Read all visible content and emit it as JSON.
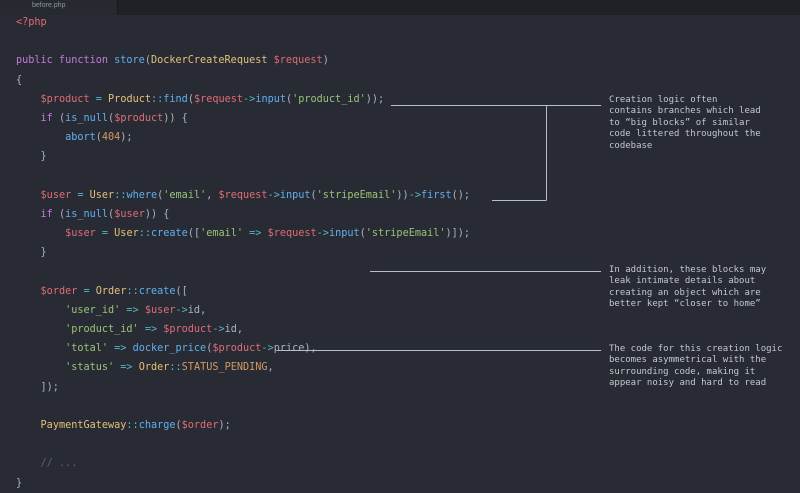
{
  "tab": {
    "label": "before.php"
  },
  "code": [
    [
      [
        "v",
        "<?php"
      ]
    ],
    [],
    [
      [
        "k",
        "public function "
      ],
      [
        "f",
        "store"
      ],
      [
        "p",
        "("
      ],
      [
        "c",
        "DockerCreateRequest "
      ],
      [
        "v",
        "$request"
      ],
      [
        "p",
        ")"
      ]
    ],
    [
      [
        "p",
        "{"
      ]
    ],
    [
      [
        "p",
        "    "
      ],
      [
        "v",
        "$product"
      ],
      [
        "p",
        " "
      ],
      [
        "o",
        "="
      ],
      [
        "p",
        " "
      ],
      [
        "c",
        "Product"
      ],
      [
        "o",
        "::"
      ],
      [
        "f",
        "find"
      ],
      [
        "p",
        "("
      ],
      [
        "v",
        "$request"
      ],
      [
        "o",
        "->"
      ],
      [
        "f",
        "input"
      ],
      [
        "p",
        "("
      ],
      [
        "s",
        "'product_id'"
      ],
      [
        "p",
        "));"
      ]
    ],
    [
      [
        "p",
        "    "
      ],
      [
        "k",
        "if"
      ],
      [
        "p",
        " ("
      ],
      [
        "f",
        "is_null"
      ],
      [
        "p",
        "("
      ],
      [
        "v",
        "$product"
      ],
      [
        "p",
        ")) {"
      ]
    ],
    [
      [
        "p",
        "        "
      ],
      [
        "f",
        "abort"
      ],
      [
        "p",
        "("
      ],
      [
        "n",
        "404"
      ],
      [
        "p",
        ");"
      ]
    ],
    [
      [
        "p",
        "    }"
      ]
    ],
    [],
    [
      [
        "p",
        "    "
      ],
      [
        "v",
        "$user"
      ],
      [
        "p",
        " "
      ],
      [
        "o",
        "="
      ],
      [
        "p",
        " "
      ],
      [
        "c",
        "User"
      ],
      [
        "o",
        "::"
      ],
      [
        "f",
        "where"
      ],
      [
        "p",
        "("
      ],
      [
        "s",
        "'email'"
      ],
      [
        "p",
        ", "
      ],
      [
        "v",
        "$request"
      ],
      [
        "o",
        "->"
      ],
      [
        "f",
        "input"
      ],
      [
        "p",
        "("
      ],
      [
        "s",
        "'stripeEmail'"
      ],
      [
        "p",
        "))"
      ],
      [
        "o",
        "->"
      ],
      [
        "f",
        "first"
      ],
      [
        "p",
        "();"
      ]
    ],
    [
      [
        "p",
        "    "
      ],
      [
        "k",
        "if"
      ],
      [
        "p",
        " ("
      ],
      [
        "f",
        "is_null"
      ],
      [
        "p",
        "("
      ],
      [
        "v",
        "$user"
      ],
      [
        "p",
        ")) {"
      ]
    ],
    [
      [
        "p",
        "        "
      ],
      [
        "v",
        "$user"
      ],
      [
        "p",
        " "
      ],
      [
        "o",
        "="
      ],
      [
        "p",
        " "
      ],
      [
        "c",
        "User"
      ],
      [
        "o",
        "::"
      ],
      [
        "f",
        "create"
      ],
      [
        "p",
        "(["
      ],
      [
        "s",
        "'email'"
      ],
      [
        "p",
        " "
      ],
      [
        "o",
        "=>"
      ],
      [
        "p",
        " "
      ],
      [
        "v",
        "$request"
      ],
      [
        "o",
        "->"
      ],
      [
        "f",
        "input"
      ],
      [
        "p",
        "("
      ],
      [
        "s",
        "'stripeEmail'"
      ],
      [
        "p",
        ")]);"
      ]
    ],
    [
      [
        "p",
        "    }"
      ]
    ],
    [],
    [
      [
        "p",
        "    "
      ],
      [
        "v",
        "$order"
      ],
      [
        "p",
        " "
      ],
      [
        "o",
        "="
      ],
      [
        "p",
        " "
      ],
      [
        "c",
        "Order"
      ],
      [
        "o",
        "::"
      ],
      [
        "f",
        "create"
      ],
      [
        "p",
        "(["
      ]
    ],
    [
      [
        "p",
        "        "
      ],
      [
        "s",
        "'user_id'"
      ],
      [
        "p",
        " "
      ],
      [
        "o",
        "=>"
      ],
      [
        "p",
        " "
      ],
      [
        "v",
        "$user"
      ],
      [
        "o",
        "->"
      ],
      [
        "p",
        "id,"
      ]
    ],
    [
      [
        "p",
        "        "
      ],
      [
        "s",
        "'product_id'"
      ],
      [
        "p",
        " "
      ],
      [
        "o",
        "=>"
      ],
      [
        "p",
        " "
      ],
      [
        "v",
        "$product"
      ],
      [
        "o",
        "->"
      ],
      [
        "p",
        "id,"
      ]
    ],
    [
      [
        "p",
        "        "
      ],
      [
        "s",
        "'total'"
      ],
      [
        "p",
        " "
      ],
      [
        "o",
        "=>"
      ],
      [
        "p",
        " "
      ],
      [
        "f",
        "docker_price"
      ],
      [
        "p",
        "("
      ],
      [
        "v",
        "$product"
      ],
      [
        "o",
        "->"
      ],
      [
        "p",
        "price),"
      ]
    ],
    [
      [
        "p",
        "        "
      ],
      [
        "s",
        "'status'"
      ],
      [
        "p",
        " "
      ],
      [
        "o",
        "=>"
      ],
      [
        "p",
        " "
      ],
      [
        "c",
        "Order"
      ],
      [
        "o",
        "::"
      ],
      [
        "n",
        "STATUS_PENDING"
      ],
      [
        "p",
        ","
      ]
    ],
    [
      [
        "p",
        "    ]);"
      ]
    ],
    [],
    [
      [
        "p",
        "    "
      ],
      [
        "c",
        "PaymentGateway"
      ],
      [
        "o",
        "::"
      ],
      [
        "f",
        "charge"
      ],
      [
        "p",
        "("
      ],
      [
        "v",
        "$order"
      ],
      [
        "p",
        ");"
      ]
    ],
    [],
    [
      [
        "p",
        "    "
      ],
      [
        "cm",
        "// ..."
      ]
    ],
    [
      [
        "p",
        "}"
      ]
    ]
  ],
  "annotations": {
    "note1": "Creation logic often\ncontains branches which lead\nto “big blocks” of similar\ncode littered throughout the\ncodebase",
    "note2": "In addition, these blocks may\nleak intimate details about\ncreating an object which are\nbetter kept “closer to home”",
    "note3": "The code for this creation logic\nbecomes asymmetrical with the\nsurrounding code, making it\nappear noisy and hard to read"
  }
}
